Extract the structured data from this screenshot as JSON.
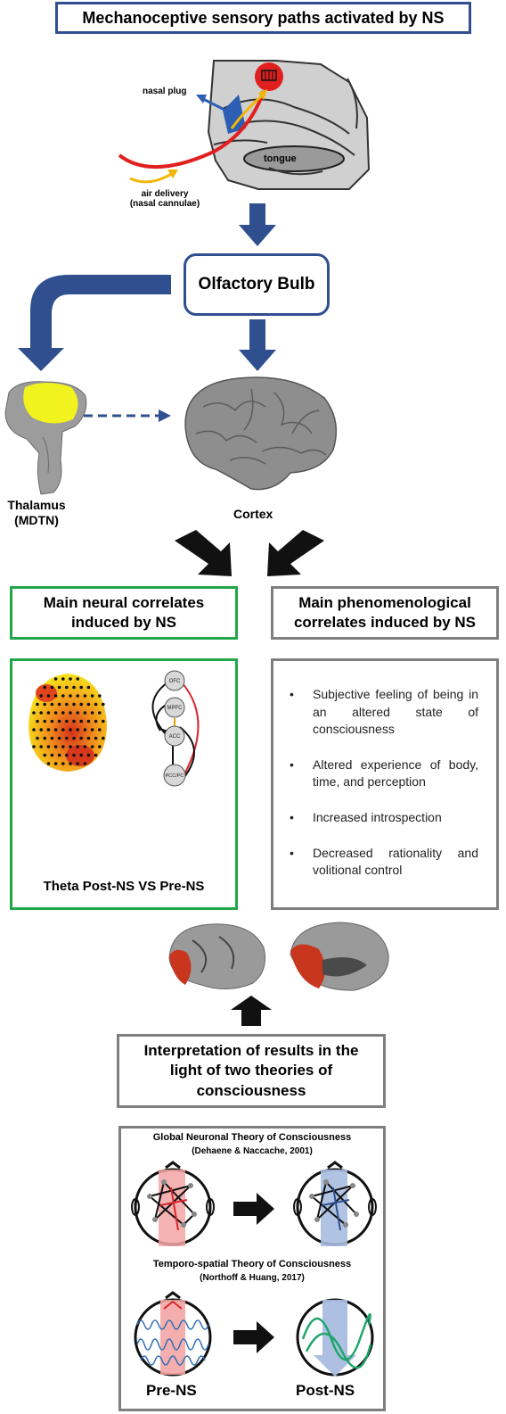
{
  "title": "Mechanoceptive sensory paths activated by NS",
  "nose": {
    "nasal_plug": "nasal plug",
    "tongue": "tongue",
    "air_delivery_1": "air delivery",
    "air_delivery_2": "(nasal cannulae)"
  },
  "olfactory_bulb": "Olfactory Bulb",
  "thalamus_1": "Thalamus",
  "thalamus_2": "(MDTN)",
  "cortex": "Cortex",
  "neural_box": {
    "title_1": "Main neural correlates",
    "title_2": "induced by NS",
    "caption": "Theta Post-NS VS Pre-NS",
    "nodes": [
      "OFC",
      "MPFC",
      "ACC",
      "PCC/PC"
    ]
  },
  "phenom_box": {
    "title_1": "Main phenomenological",
    "title_2": "correlates induced by NS",
    "bullets": [
      "Subjective feeling of being in an altered state of consciousness",
      "Altered experience of body, time, and perception",
      "Increased introspection",
      "Decreased rationality and volitional control"
    ]
  },
  "interpretation": {
    "line1": "Interpretation of results in the",
    "line2": "light of two theories of",
    "line3": "consciousness"
  },
  "theories": {
    "gnt_title": "Global Neuronal Theory of Consciousness",
    "gnt_ref": "(Dehaene & Naccache, 2001)",
    "tst_title": "Temporo-spatial Theory of Consciousness",
    "tst_ref": "(Northoff & Huang, 2017)",
    "pre": "Pre-NS",
    "post": "Post-NS"
  },
  "colors": {
    "blue_arrow": "#2f4f8f",
    "green_border": "#22a64a",
    "gray_border": "#7f7f7f",
    "red": "#d9262b",
    "thalamus_yellow": "#f2f21e"
  }
}
